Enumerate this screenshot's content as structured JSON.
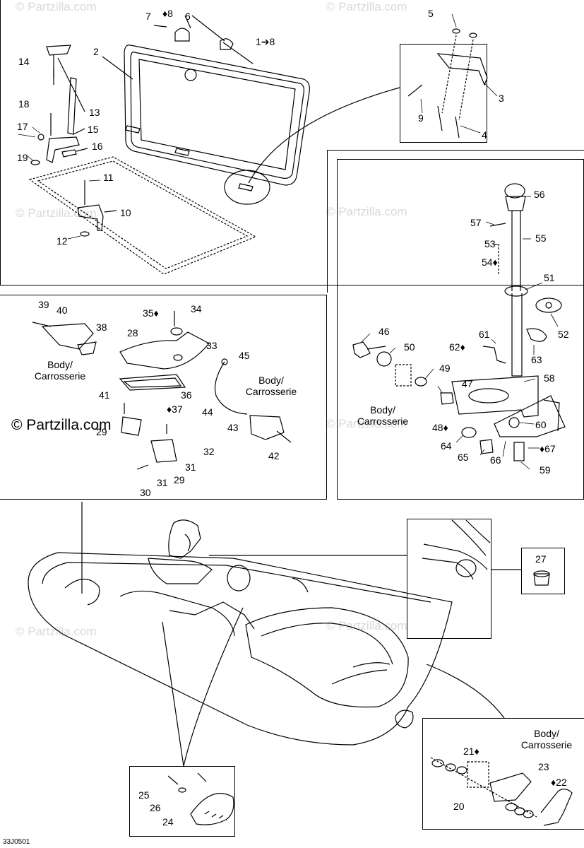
{
  "watermark": "© Partzilla.com",
  "watermark_main": "© Partzilla.com",
  "diagram_code": "33J0501",
  "body_label": "Body/\nCarrosserie",
  "body_label_top": "Body/",
  "body_label_bottom": "Carrosserie",
  "drop_glyph": "♦",
  "callouts": {
    "c1_8": "1➔8",
    "c2": "2",
    "c3": "3",
    "c4": "4",
    "c5": "5",
    "c6": "6",
    "c7": "7",
    "c8": "8",
    "c9": "9",
    "c10": "10",
    "c11": "11",
    "c12": "12",
    "c13": "13",
    "c14": "14",
    "c15": "15",
    "c16": "16",
    "c17": "17",
    "c18": "18",
    "c19": "19",
    "c20": "20",
    "c21": "21",
    "c22": "22",
    "c23": "23",
    "c24": "24",
    "c25": "25",
    "c26": "26",
    "c27": "27",
    "c28": "28",
    "c29a": "29",
    "c29b": "29",
    "c30": "30",
    "c31a": "31",
    "c31b": "31",
    "c32": "32",
    "c33": "33",
    "c34": "34",
    "c35": "35",
    "c36": "36",
    "c37": "37",
    "c38": "38",
    "c39": "39",
    "c40": "40",
    "c41": "41",
    "c42": "42",
    "c43": "43",
    "c44": "44",
    "c45": "45",
    "c46": "46",
    "c47": "47",
    "c48": "48",
    "c49": "49",
    "c50": "50",
    "c51": "51",
    "c52": "52",
    "c53": "53",
    "c54": "54",
    "c55": "55",
    "c56": "56",
    "c57": "57",
    "c58": "58",
    "c59": "59",
    "c60": "60",
    "c61": "61",
    "c62": "62",
    "c63": "63",
    "c64": "64",
    "c65": "65",
    "c66": "66",
    "c67": "67"
  },
  "colors": {
    "line": "#000000",
    "watermark": "#d9d9d9",
    "background": "#ffffff"
  }
}
